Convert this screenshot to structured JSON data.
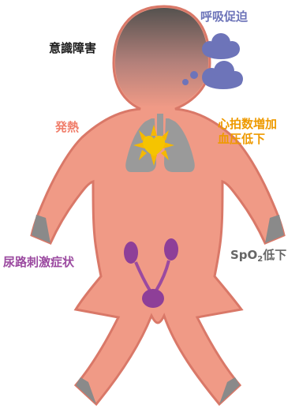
{
  "labels": {
    "consciousness": "意識障害",
    "respiration": "呼吸促迫",
    "fever": "発熱",
    "heart_line1": "心拍数増加",
    "heart_line2": "血圧低下",
    "urinary": "尿路刺激症状",
    "spo2_prefix": "SpO",
    "spo2_sub": "2",
    "spo2_suffix": "低下"
  },
  "colors": {
    "body": "#f09a86",
    "body_outline": "#d97868",
    "head_dark": "#5a5658",
    "lungs": "#9a9a9a",
    "heart": "#f5c400",
    "heart_rays": "#f5b800",
    "kidneys_bladder": "#8e3f98",
    "nails": "#8a8a8a",
    "breath_clouds": "#6d74b9",
    "text_consciousness": "#1a1a1a",
    "text_respiration": "#6d74b9",
    "text_fever": "#f07d6a",
    "text_heart": "#ee9a00",
    "text_urinary": "#9b4aa0",
    "text_spo2": "#666666"
  },
  "icons": [
    "lungs-icon",
    "heart-icon",
    "kidney-icon",
    "bladder-icon",
    "breath-cloud-icon"
  ]
}
